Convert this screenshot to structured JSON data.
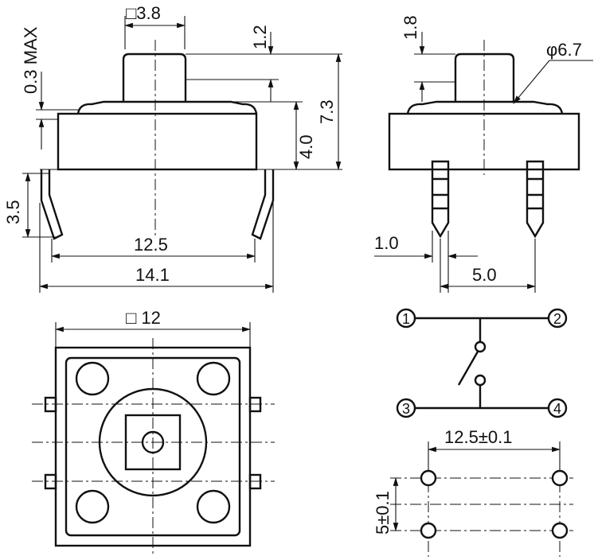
{
  "side_view": {
    "actuator_size": "□3.8",
    "actuator_height": "1.2",
    "max_gap": "0.3 MAX",
    "total_height": "7.3",
    "body_height": "4.0",
    "leg_length": "3.5",
    "inner_width": "12.5",
    "outer_width": "14.1"
  },
  "front_view": {
    "stem_height": "1.8",
    "diameter": "φ6.7",
    "pin_width": "1.0",
    "pin_pitch": "5.0"
  },
  "top_view": {
    "size": "□ 12"
  },
  "circuit": {
    "terminals": [
      "1",
      "2",
      "3",
      "4"
    ]
  },
  "footprint": {
    "horizontal": "12.5±0.1",
    "vertical": "5±0.1"
  }
}
